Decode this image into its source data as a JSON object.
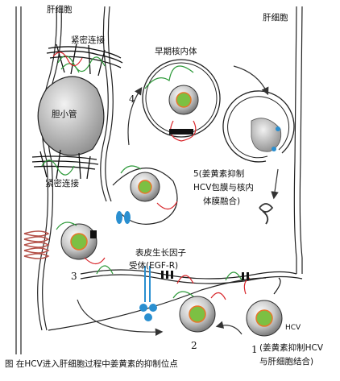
{
  "labels": {
    "hepatocyte_left": "肝细胞",
    "hepatocyte_right": "肝细胞",
    "tight_junction_top": "紧密连接",
    "bile_canaliculus": "胆小管",
    "tight_junction_bottom": "紧密连接",
    "early_endosome": "早期核内体",
    "egfr_line1": "表皮生长因子",
    "egfr_line2": "受体(EGF-R)",
    "hcv": "HCV"
  },
  "steps": {
    "step1": "1",
    "step1_line1": "(姜黄素抑制HCV",
    "step1_line2": "与肝细胞结合)",
    "step2": "2",
    "step3": "3",
    "step4": "4",
    "step5_line1": "5(姜黄素抑制",
    "step5_line2": "HCV包膜与核内",
    "step5_line3": "体膜融合)"
  },
  "caption": "图  在HCV进入肝细胞过程中姜黄素的抑制位点",
  "colors": {
    "membrane": "#222222",
    "receptor_red": "#d8262b",
    "receptor_green": "#2e9a3a",
    "egfr_blue": "#2a8fd0",
    "virus_gray": "#9a9a9a",
    "core_green": "#7cc043",
    "core_orange": "#e8752a"
  }
}
